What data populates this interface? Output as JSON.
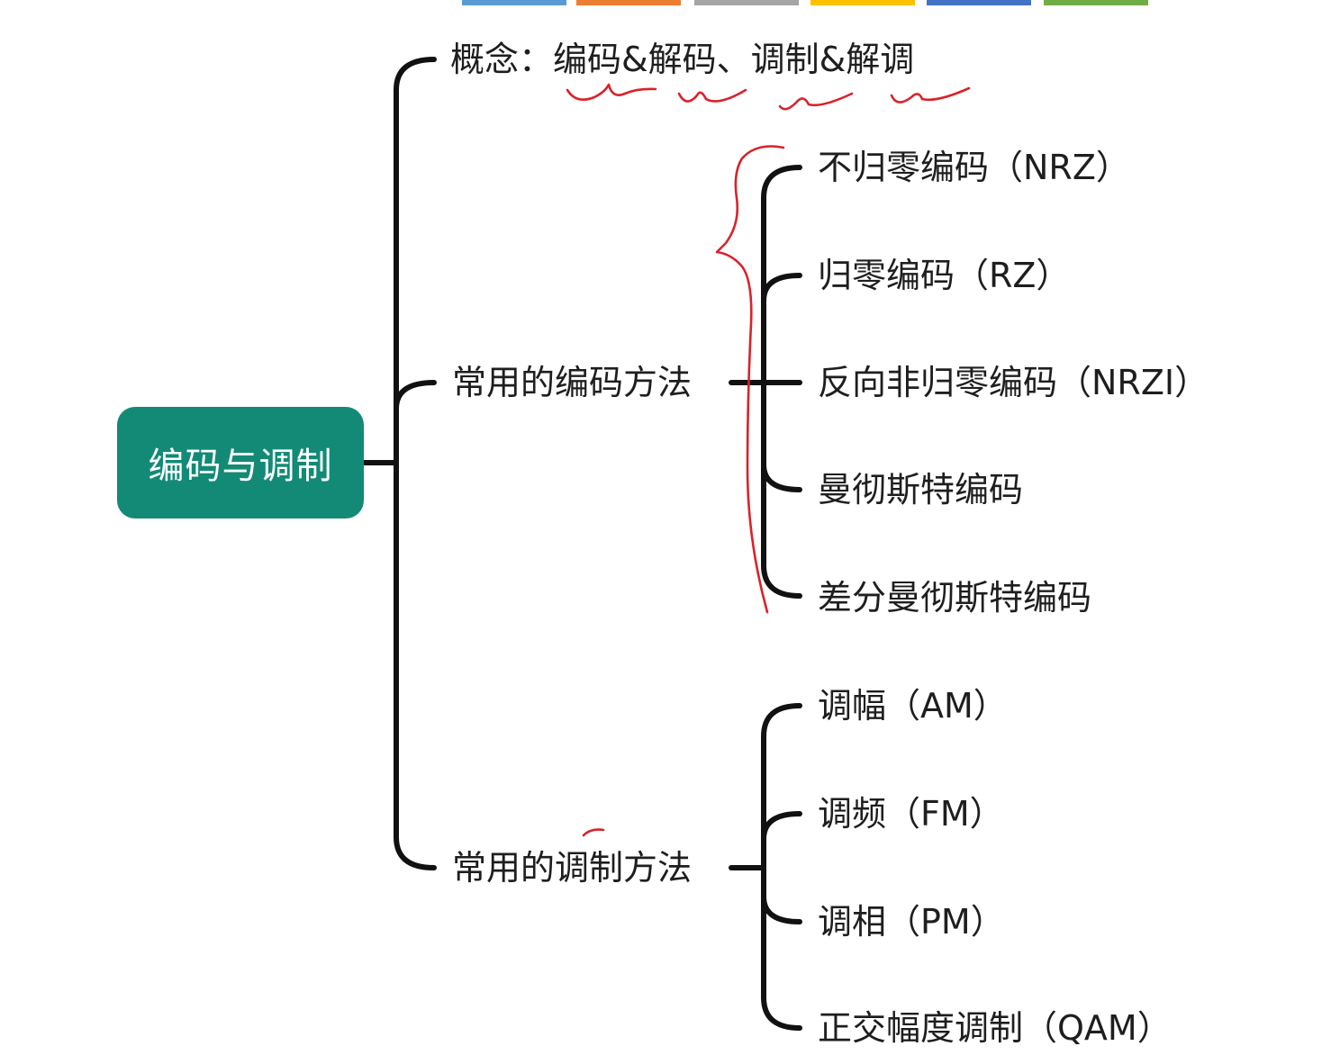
{
  "colors": {
    "root_fill": "#128a76",
    "line": "#111111",
    "annotation": "#d8232a",
    "strip": [
      "#5b9bd5",
      "#ed7d31",
      "#a5a5a5",
      "#ffc000",
      "#4472c4",
      "#70ad47"
    ]
  },
  "root": {
    "label": "编码与调制"
  },
  "concept": {
    "label": "概念：编码&解码、调制&解调"
  },
  "coding": {
    "label": "常用的编码方法",
    "items": [
      "不归零编码（NRZ）",
      "归零编码（RZ）",
      "反向非归零编码（NRZI）",
      "曼彻斯特编码",
      "差分曼彻斯特编码"
    ]
  },
  "modulation": {
    "label": "常用的调制方法",
    "items": [
      "调幅（AM）",
      "调频（FM）",
      "调相（PM）",
      "正交幅度调制（QAM）"
    ]
  }
}
